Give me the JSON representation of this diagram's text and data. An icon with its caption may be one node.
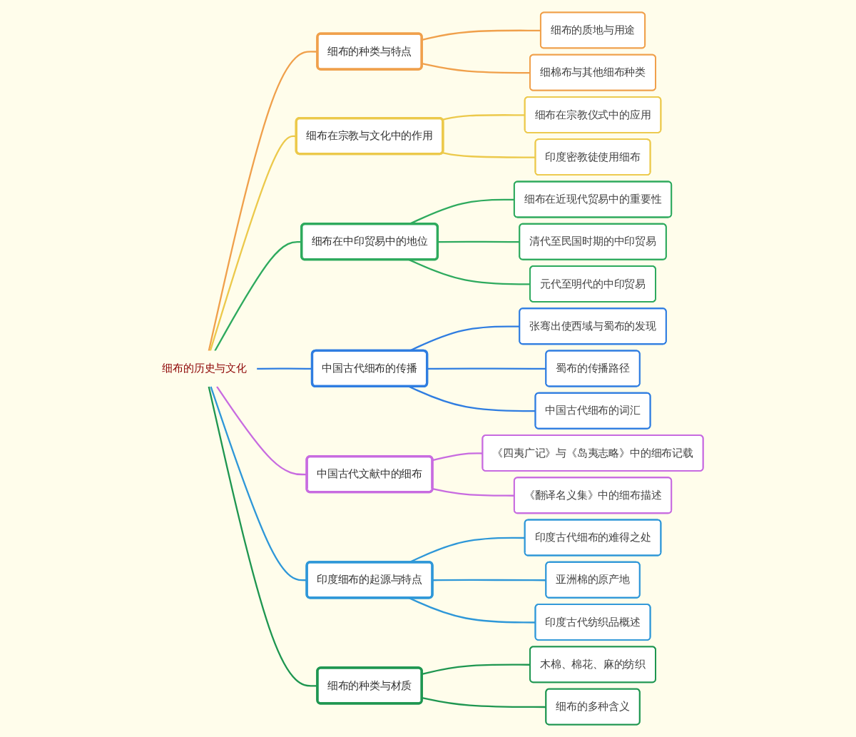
{
  "diagram": {
    "nodes": [
      {
        "text": [
          "细布的历史与文化"
        ]
      },
      {
        "text": [
          "细布的种类与特点"
        ]
      },
      {
        "text": [
          "细布的质地与用途"
        ]
      },
      {
        "text": [
          "细棉布与其他细布种类"
        ]
      },
      {
        "text": [
          "细布在宗教与文化中的作用"
        ]
      },
      {
        "text": [
          "细布在宗教仪式中的应用"
        ]
      },
      {
        "text": [
          "印度密教徒使用细布"
        ]
      },
      {
        "text": [
          "细布在中印贸易中的地位"
        ]
      },
      {
        "text": [
          "细布在近现代贸易中的重要性"
        ]
      },
      {
        "text": [
          "清代至民国时期的中印贸易"
        ]
      },
      {
        "text": [
          "元代至明代的中印贸易"
        ]
      },
      {
        "text": [
          "中国古代细布的传播"
        ]
      },
      {
        "text": [
          "张骞出使西域与蜀布的发现"
        ]
      },
      {
        "text": [
          "蜀布的传播路径"
        ]
      },
      {
        "text": [
          "中国古代细布的词汇"
        ]
      },
      {
        "text": [
          "中国古代文献中的细布"
        ]
      },
      {
        "text": [
          "《四夷广记》与《岛夷志略》中的细布记载"
        ]
      },
      {
        "text": [
          "《翻译名义集》中的细布描述"
        ]
      },
      {
        "text": [
          "印度细布的起源与特点"
        ]
      },
      {
        "text": [
          "印度古代细布的难得之处"
        ]
      },
      {
        "text": [
          "亚洲棉的原产地"
        ]
      },
      {
        "text": [
          "印度古代纺织品概述"
        ]
      },
      {
        "text": [
          "细布的种类与材质"
        ]
      },
      {
        "text": [
          "木棉、棉花、麻的纺织"
        ]
      },
      {
        "text": [
          "细布的多种含义"
        ]
      }
    ],
    "edges": [
      {
        "from": 0,
        "to": 1,
        "arrow": "none",
        "color": "#f0a04b"
      },
      {
        "from": 1,
        "to": 2,
        "arrow": "none",
        "color": "#f0a04b"
      },
      {
        "from": 1,
        "to": 3,
        "arrow": "none",
        "color": "#f0a04b"
      },
      {
        "from": 0,
        "to": 4,
        "arrow": "none",
        "color": "#ecc94b"
      },
      {
        "from": 4,
        "to": 5,
        "arrow": "none",
        "color": "#ecc94b"
      },
      {
        "from": 4,
        "to": 6,
        "arrow": "none",
        "color": "#ecc94b"
      },
      {
        "from": 0,
        "to": 7,
        "arrow": "none",
        "color": "#2eaa5e"
      },
      {
        "from": 7,
        "to": 8,
        "arrow": "none",
        "color": "#2eaa5e"
      },
      {
        "from": 7,
        "to": 9,
        "arrow": "none",
        "color": "#2eaa5e"
      },
      {
        "from": 7,
        "to": 10,
        "arrow": "none",
        "color": "#2eaa5e"
      },
      {
        "from": 0,
        "to": 11,
        "arrow": "none",
        "color": "#2f7de1"
      },
      {
        "from": 11,
        "to": 12,
        "arrow": "none",
        "color": "#2f7de1"
      },
      {
        "from": 11,
        "to": 13,
        "arrow": "none",
        "color": "#2f7de1"
      },
      {
        "from": 11,
        "to": 14,
        "arrow": "none",
        "color": "#2f7de1"
      },
      {
        "from": 0,
        "to": 15,
        "arrow": "none",
        "color": "#c86be0"
      },
      {
        "from": 15,
        "to": 16,
        "arrow": "none",
        "color": "#c86be0"
      },
      {
        "from": 15,
        "to": 17,
        "arrow": "none",
        "color": "#c86be0"
      },
      {
        "from": 0,
        "to": 18,
        "arrow": "none",
        "color": "#2e97d8"
      },
      {
        "from": 18,
        "to": 19,
        "arrow": "none",
        "color": "#2e97d8"
      },
      {
        "from": 18,
        "to": 20,
        "arrow": "none",
        "color": "#2e97d8"
      },
      {
        "from": 18,
        "to": 21,
        "arrow": "none",
        "color": "#2e97d8"
      },
      {
        "from": 0,
        "to": 22,
        "arrow": "none",
        "color": "#1e9650"
      },
      {
        "from": 22,
        "to": 23,
        "arrow": "none",
        "color": "#1e9650"
      },
      {
        "from": 22,
        "to": 24,
        "arrow": "none",
        "color": "#1e9650"
      }
    ]
  }
}
